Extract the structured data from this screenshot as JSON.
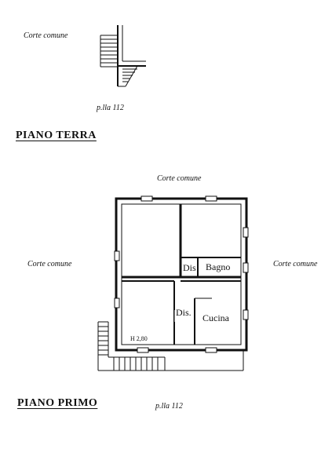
{
  "ground_floor": {
    "corte_label": "Corte comune",
    "parcel_label": "p.lla 112",
    "title": "PIANO TERRA"
  },
  "first_floor": {
    "corte_top": "Corte comune",
    "corte_left": "Corte comune",
    "corte_right": "Corte comune",
    "rooms": {
      "dis_top": "Dis",
      "bagno": "Bagno",
      "dis": "Dis.",
      "cucina": "Cucina",
      "height": "H 2,80"
    },
    "title": "PIANO PRIMO",
    "parcel_label": "p.lla 112"
  },
  "colors": {
    "line": "#111111",
    "paper": "#ffffff"
  }
}
